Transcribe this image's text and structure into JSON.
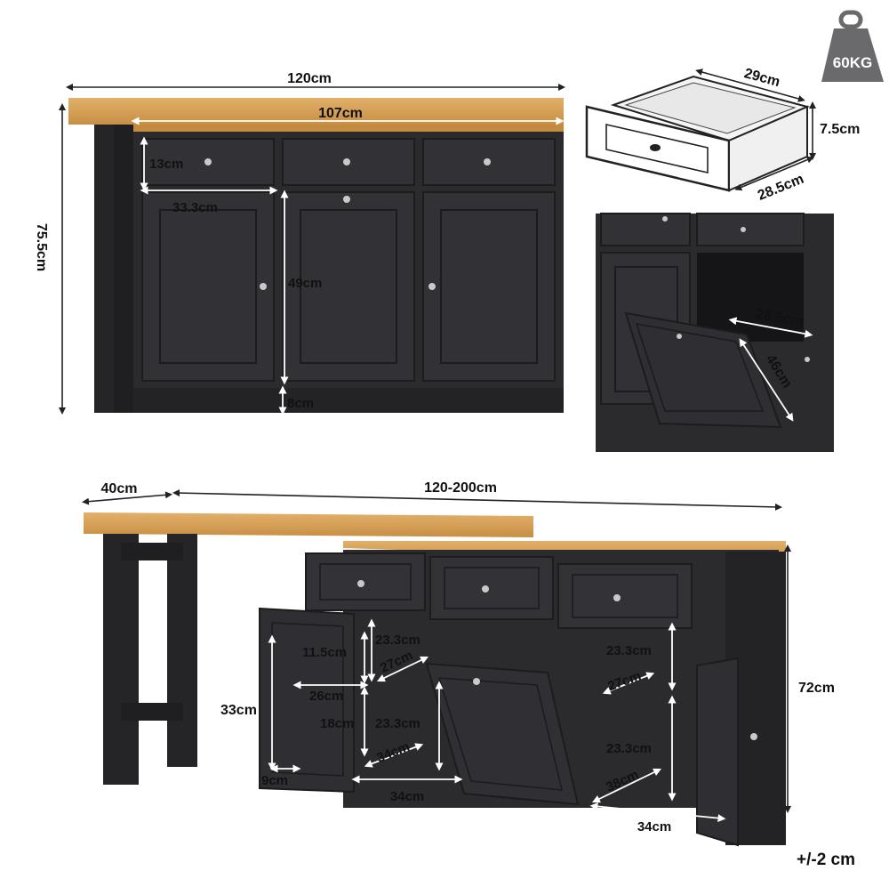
{
  "colors": {
    "wood": "#d8a45a",
    "wood_dark": "#b9843d",
    "cabinet": "#2b2b2e",
    "cabinet_dark": "#1c1c1f",
    "panel": "#333337",
    "knob": "#c9c9c9"
  },
  "icons": [
    "weight-icon"
  ],
  "weight_badge": {
    "label": "60KG"
  },
  "front_view": {
    "width_top": "120cm",
    "width_inner": "107cm",
    "height": "75.5cm",
    "drawer_height": "13cm",
    "drawer_width": "33.3cm",
    "door_height": "49cm",
    "base_height": "8cm"
  },
  "drawer_detail": {
    "depth": "29cm",
    "height": "7.5cm",
    "width": "28.5cm"
  },
  "bin_detail": {
    "width": "28.5cm",
    "depth": "46cm"
  },
  "extended_view": {
    "leg_depth": "40cm",
    "length": "120-200cm",
    "height": "72cm",
    "left_shelf_height_1": "11.5cm",
    "left_shelf_width": "26cm",
    "left_shelf_height_2": "18cm",
    "left_cabinet_height": "33cm",
    "left_bottom": "9cm",
    "left_middle_h1": "23.3cm",
    "left_middle_depth": "27cm",
    "left_middle_h2": "23.3cm",
    "left_diag": "34cm",
    "left_width": "34cm",
    "right_h1": "23.3cm",
    "right_depth": "27cm",
    "right_h2": "23.3cm",
    "right_diag": "38cm",
    "right_width": "34cm"
  },
  "tolerance": "+/-2 cm"
}
